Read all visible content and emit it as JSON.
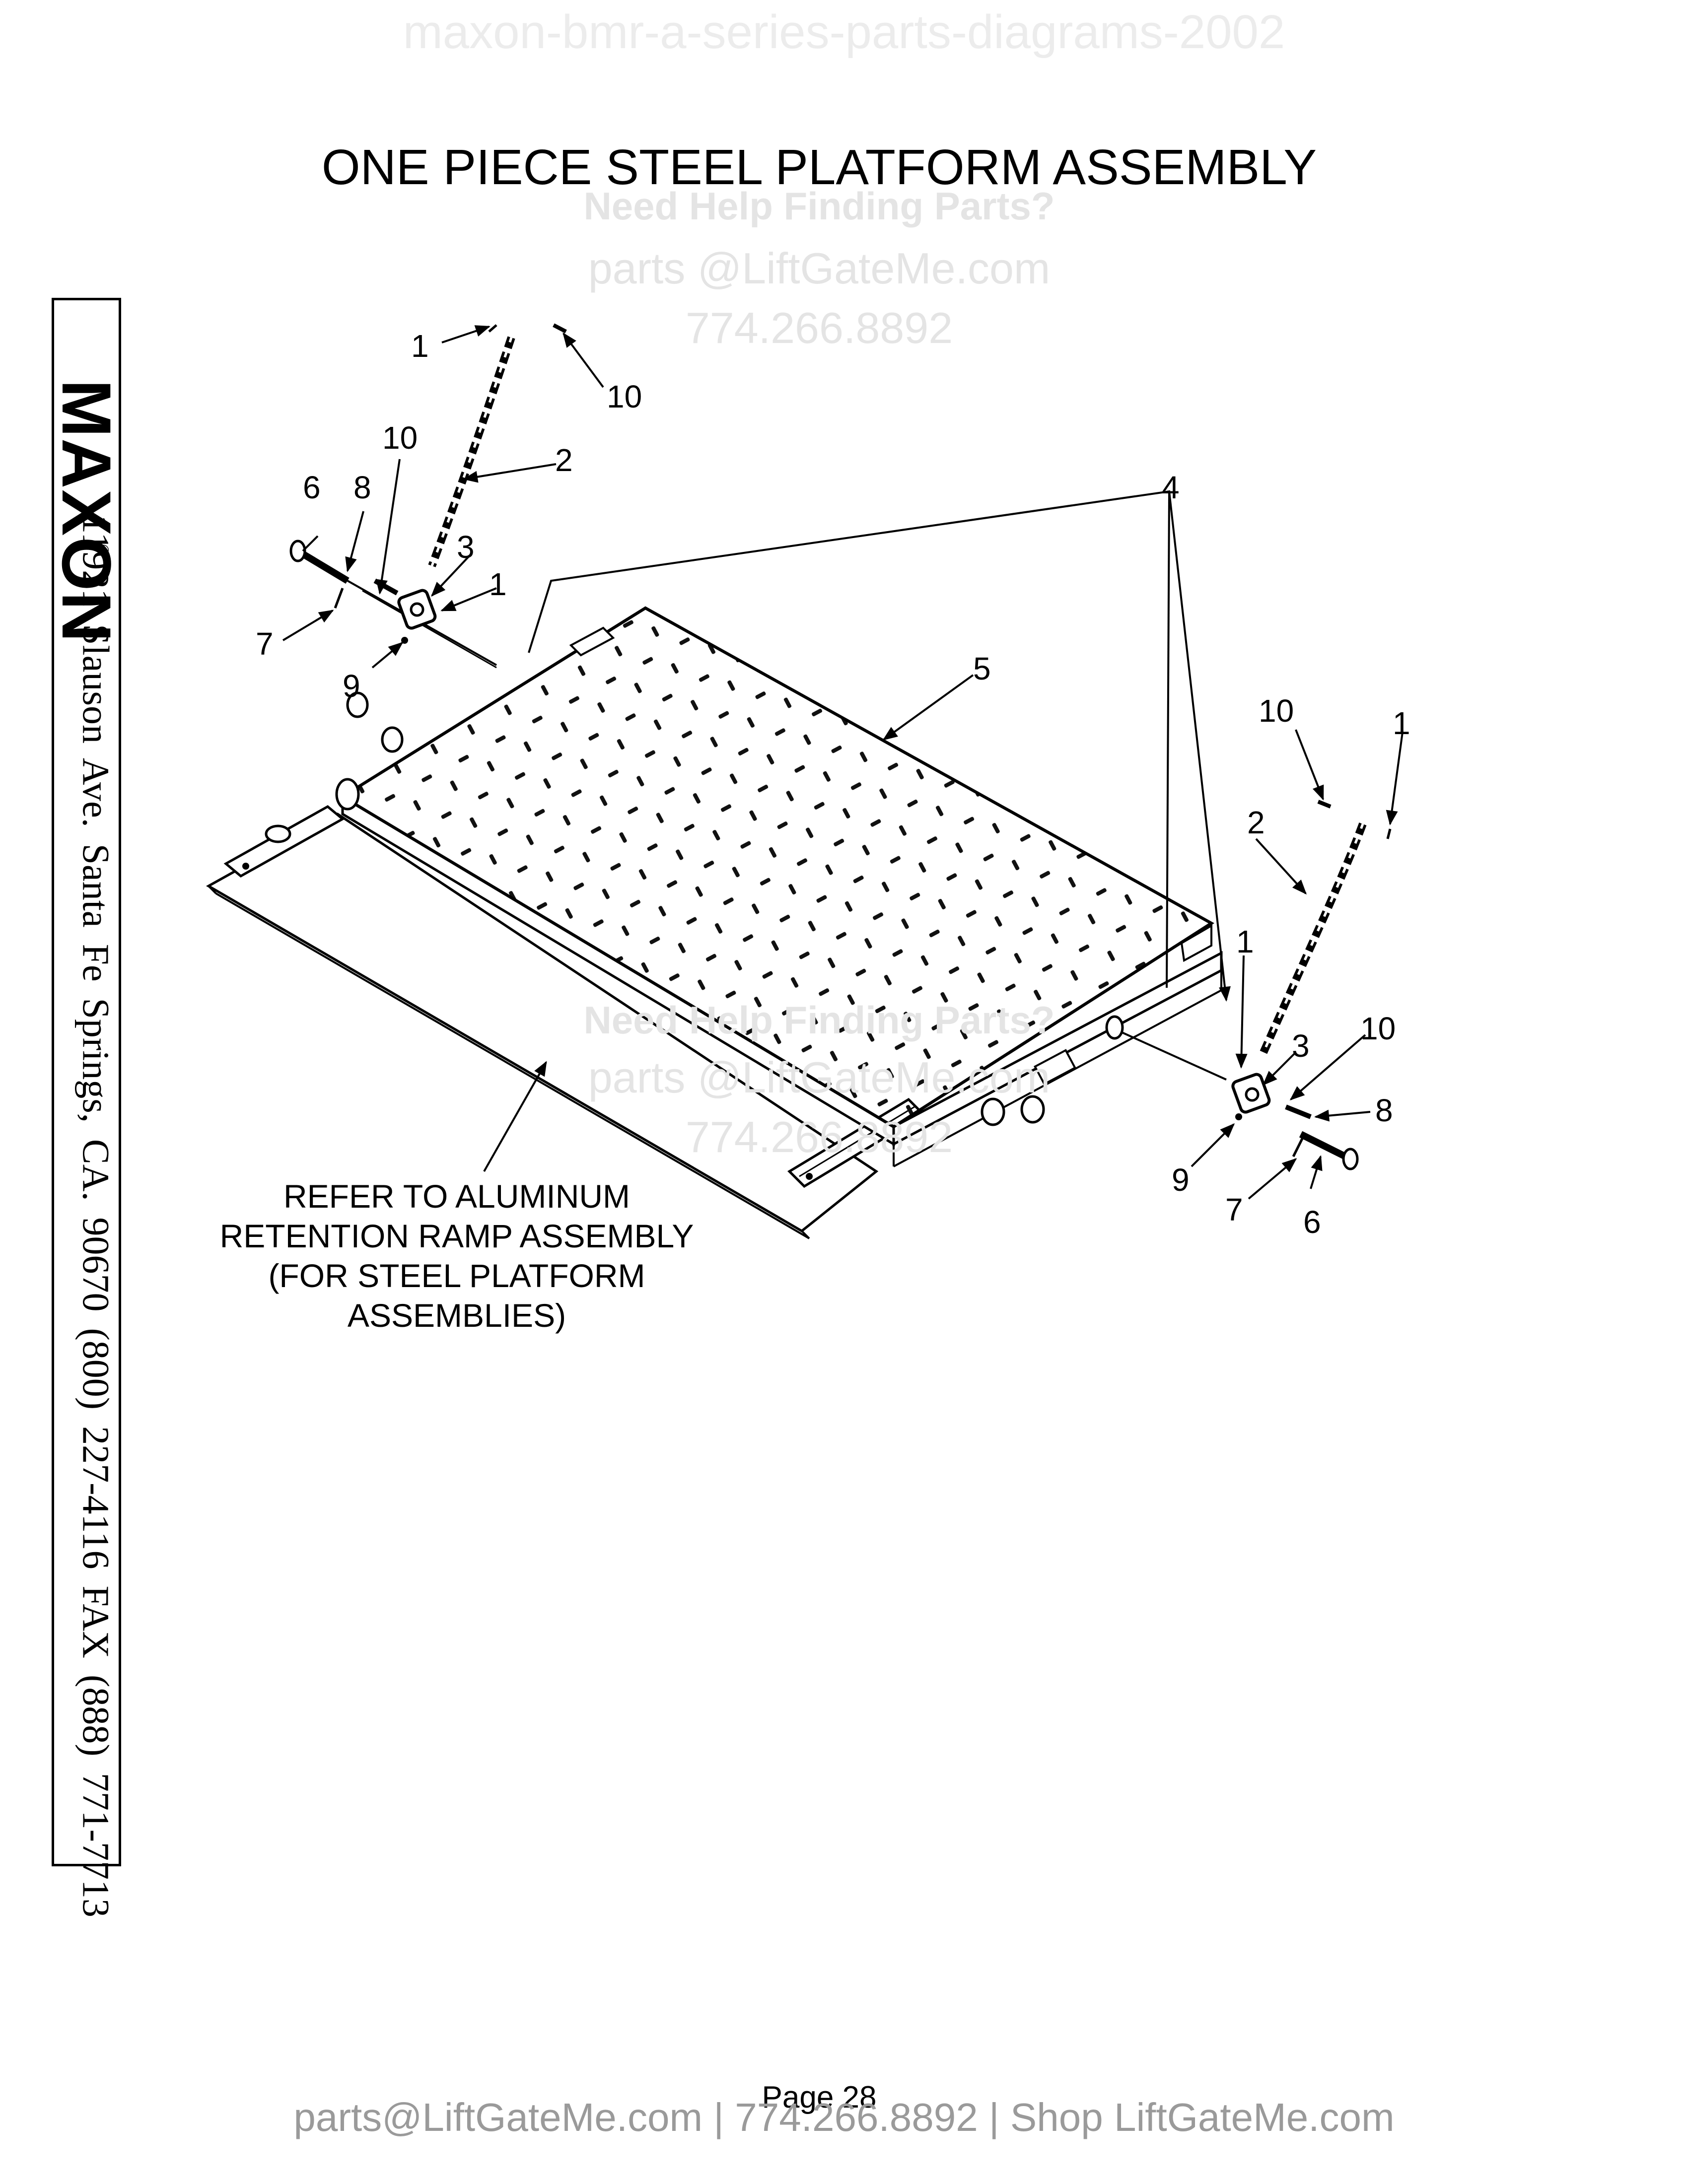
{
  "watermark_top": "maxon-bmr-a-series-parts-diagrams-2002",
  "title": "ONE PIECE STEEL PLATFORM ASSEMBLY",
  "help_watermark": {
    "heading": "Need Help Finding Parts?",
    "email": "parts @LiftGateMe.com",
    "phone": "774.266.8892"
  },
  "sidebar": {
    "logo": "MAXON",
    "registered": "®",
    "address": "11921 Slauson Ave.  Santa Fe Springs, CA.  90670  (800) 227-4116  FAX (888) 771-7713"
  },
  "callouts": {
    "c1_top": "1",
    "c10_top": "10",
    "c2_left": "2",
    "c10_left": "10",
    "c6_left": "6",
    "c8_left": "8",
    "c3_left": "3",
    "c1_left": "1",
    "c7_left": "7",
    "c9_left": "9",
    "c4": "4",
    "c5": "5",
    "c10_right": "10",
    "c1_right_top": "1",
    "c2_right": "2",
    "c1_right": "1",
    "c3_right": "3",
    "c10_right_b": "10",
    "c8_right": "8",
    "c9_right": "9",
    "c7_right": "7",
    "c6_right": "6"
  },
  "note": "REFER TO ALUMINUM RETENTION RAMP ASSEMBLY (FOR STEEL PLATFORM ASSEMBLIES)",
  "page": "Page  28",
  "footer": "parts@LiftGateMe.com | 774.266.8892 | Shop LiftGateMe.com"
}
